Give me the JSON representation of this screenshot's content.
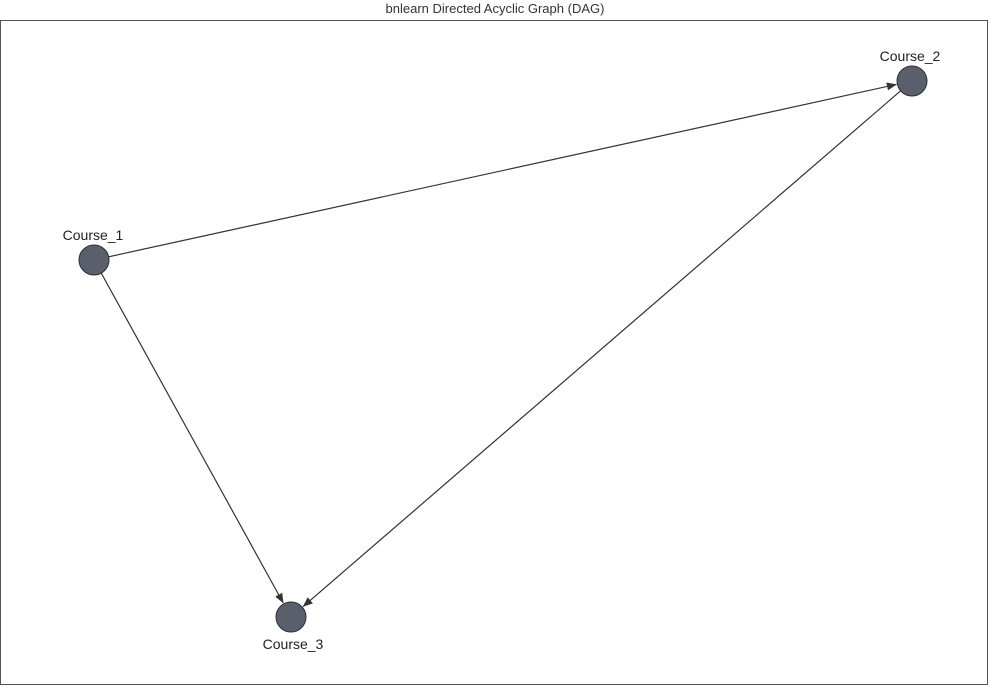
{
  "title": "bnlearn Directed Acyclic Graph (DAG)",
  "colors": {
    "node_fill": "#5a606b",
    "node_stroke": "#2b2f36",
    "edge": "#333333",
    "frame": "#555555"
  },
  "nodes": [
    {
      "id": "Course_1",
      "label": "Course_1"
    },
    {
      "id": "Course_2",
      "label": "Course_2"
    },
    {
      "id": "Course_3",
      "label": "Course_3"
    }
  ],
  "edges": [
    {
      "from": "Course_1",
      "to": "Course_2"
    },
    {
      "from": "Course_1",
      "to": "Course_3"
    },
    {
      "from": "Course_2",
      "to": "Course_3"
    }
  ]
}
